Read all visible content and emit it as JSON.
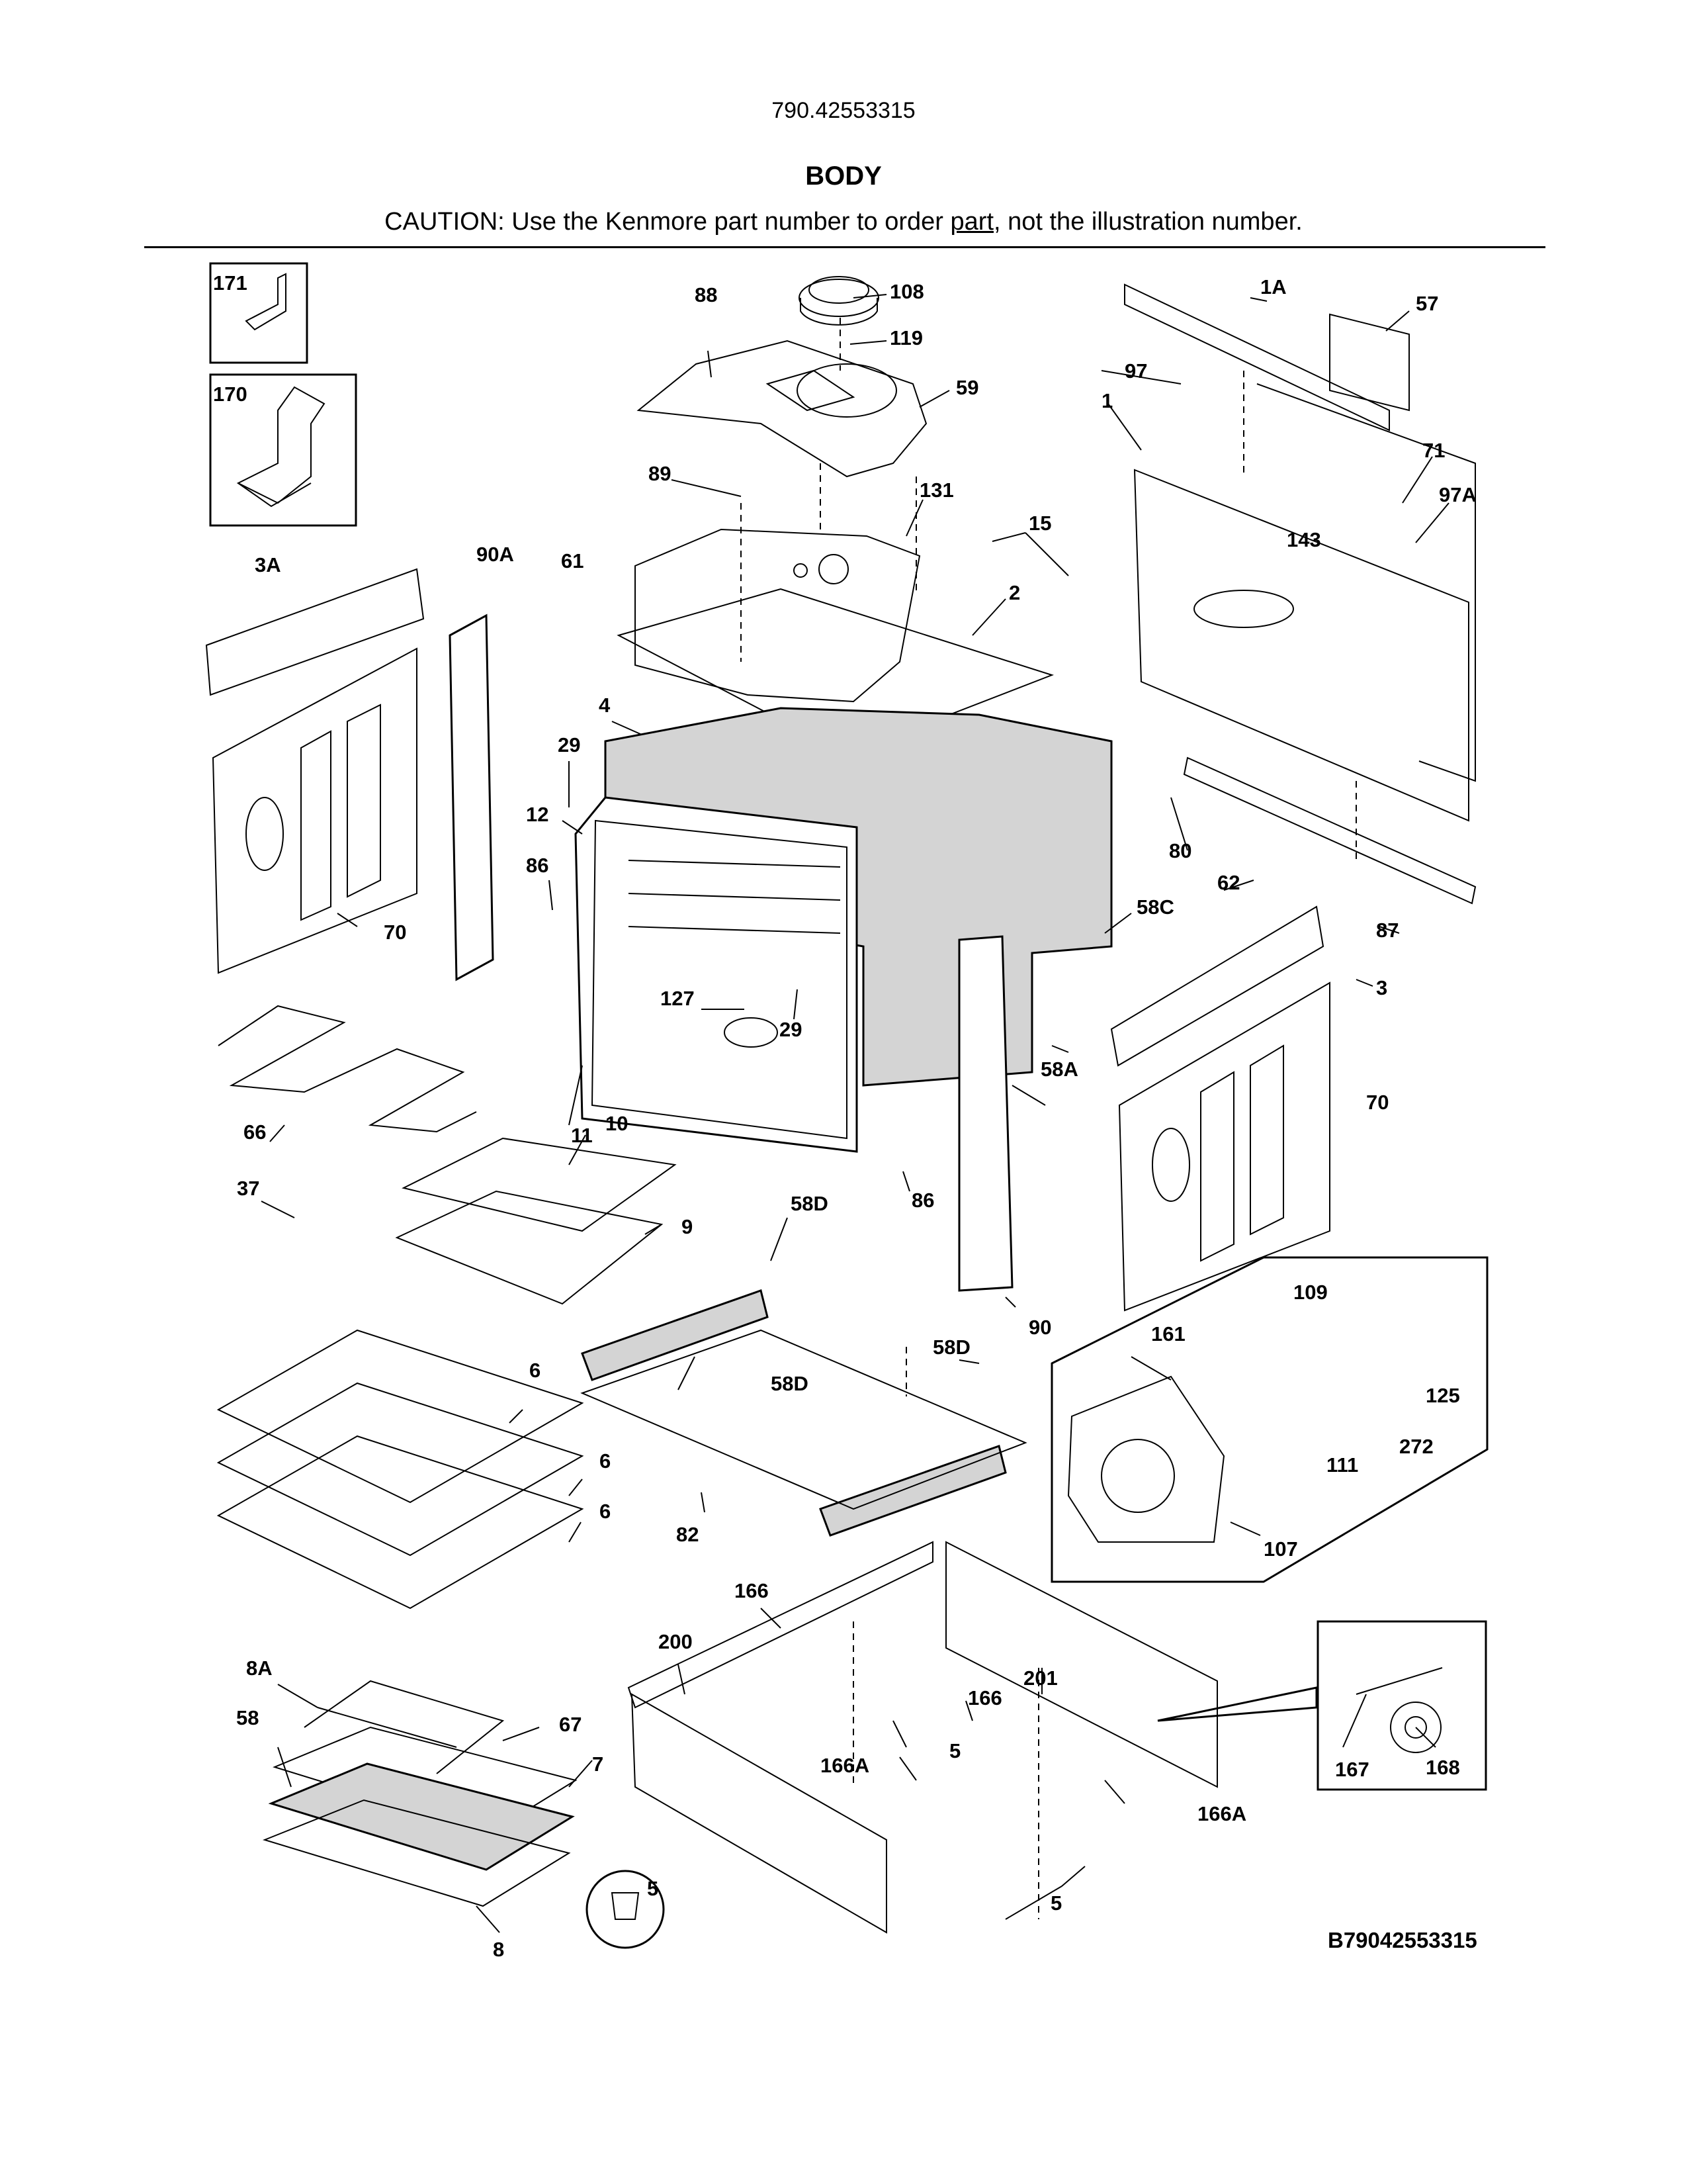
{
  "header": {
    "model_number": "790.42553315",
    "section_title": "BODY",
    "caution_before": "CAUTION: Use the Kenmore part number to order ",
    "caution_link": "part",
    "caution_after": ", not the illustration number."
  },
  "drawing_code": "B79042553315",
  "part_labels": [
    {
      "id": "171",
      "text": "171"
    },
    {
      "id": "170",
      "text": "170"
    },
    {
      "id": "88",
      "text": "88"
    },
    {
      "id": "108",
      "text": "108"
    },
    {
      "id": "119",
      "text": "119"
    },
    {
      "id": "59",
      "text": "59"
    },
    {
      "id": "1A",
      "text": "1A"
    },
    {
      "id": "57",
      "text": "57"
    },
    {
      "id": "97",
      "text": "97"
    },
    {
      "id": "1",
      "text": "1"
    },
    {
      "id": "71",
      "text": "71"
    },
    {
      "id": "97A",
      "text": "97A"
    },
    {
      "id": "143",
      "text": "143"
    },
    {
      "id": "89",
      "text": "89"
    },
    {
      "id": "131",
      "text": "131"
    },
    {
      "id": "15",
      "text": "15"
    },
    {
      "id": "3A",
      "text": "3A"
    },
    {
      "id": "90A",
      "text": "90A"
    },
    {
      "id": "61",
      "text": "61"
    },
    {
      "id": "2",
      "text": "2"
    },
    {
      "id": "4",
      "text": "4"
    },
    {
      "id": "29a",
      "text": "29"
    },
    {
      "id": "12",
      "text": "12"
    },
    {
      "id": "86a",
      "text": "86"
    },
    {
      "id": "70a",
      "text": "70"
    },
    {
      "id": "80",
      "text": "80"
    },
    {
      "id": "62",
      "text": "62"
    },
    {
      "id": "58C",
      "text": "58C"
    },
    {
      "id": "87",
      "text": "87"
    },
    {
      "id": "127",
      "text": "127"
    },
    {
      "id": "29b",
      "text": "29"
    },
    {
      "id": "3",
      "text": "3"
    },
    {
      "id": "11",
      "text": "11"
    },
    {
      "id": "58A",
      "text": "58A"
    },
    {
      "id": "66",
      "text": "66"
    },
    {
      "id": "70b",
      "text": "70"
    },
    {
      "id": "10",
      "text": "10"
    },
    {
      "id": "86b",
      "text": "86"
    },
    {
      "id": "37",
      "text": "37"
    },
    {
      "id": "9",
      "text": "9"
    },
    {
      "id": "58D_a",
      "text": "58D"
    },
    {
      "id": "109",
      "text": "109"
    },
    {
      "id": "90",
      "text": "90"
    },
    {
      "id": "161",
      "text": "161"
    },
    {
      "id": "58D_b",
      "text": "58D"
    },
    {
      "id": "58D_c",
      "text": "58D"
    },
    {
      "id": "6a",
      "text": "6"
    },
    {
      "id": "125",
      "text": "125"
    },
    {
      "id": "6b",
      "text": "6"
    },
    {
      "id": "111",
      "text": "111"
    },
    {
      "id": "272",
      "text": "272"
    },
    {
      "id": "6c",
      "text": "6"
    },
    {
      "id": "82",
      "text": "82"
    },
    {
      "id": "107",
      "text": "107"
    },
    {
      "id": "166a",
      "text": "166"
    },
    {
      "id": "200",
      "text": "200"
    },
    {
      "id": "201",
      "text": "201"
    },
    {
      "id": "8A",
      "text": "8A"
    },
    {
      "id": "166b",
      "text": "166"
    },
    {
      "id": "58",
      "text": "58"
    },
    {
      "id": "67",
      "text": "67"
    },
    {
      "id": "5a",
      "text": "5"
    },
    {
      "id": "166A_a",
      "text": "166A"
    },
    {
      "id": "7",
      "text": "7"
    },
    {
      "id": "167",
      "text": "167"
    },
    {
      "id": "168",
      "text": "168"
    },
    {
      "id": "166A_b",
      "text": "166A"
    },
    {
      "id": "5b",
      "text": "5"
    },
    {
      "id": "5c",
      "text": "5"
    },
    {
      "id": "8",
      "text": "8"
    }
  ]
}
